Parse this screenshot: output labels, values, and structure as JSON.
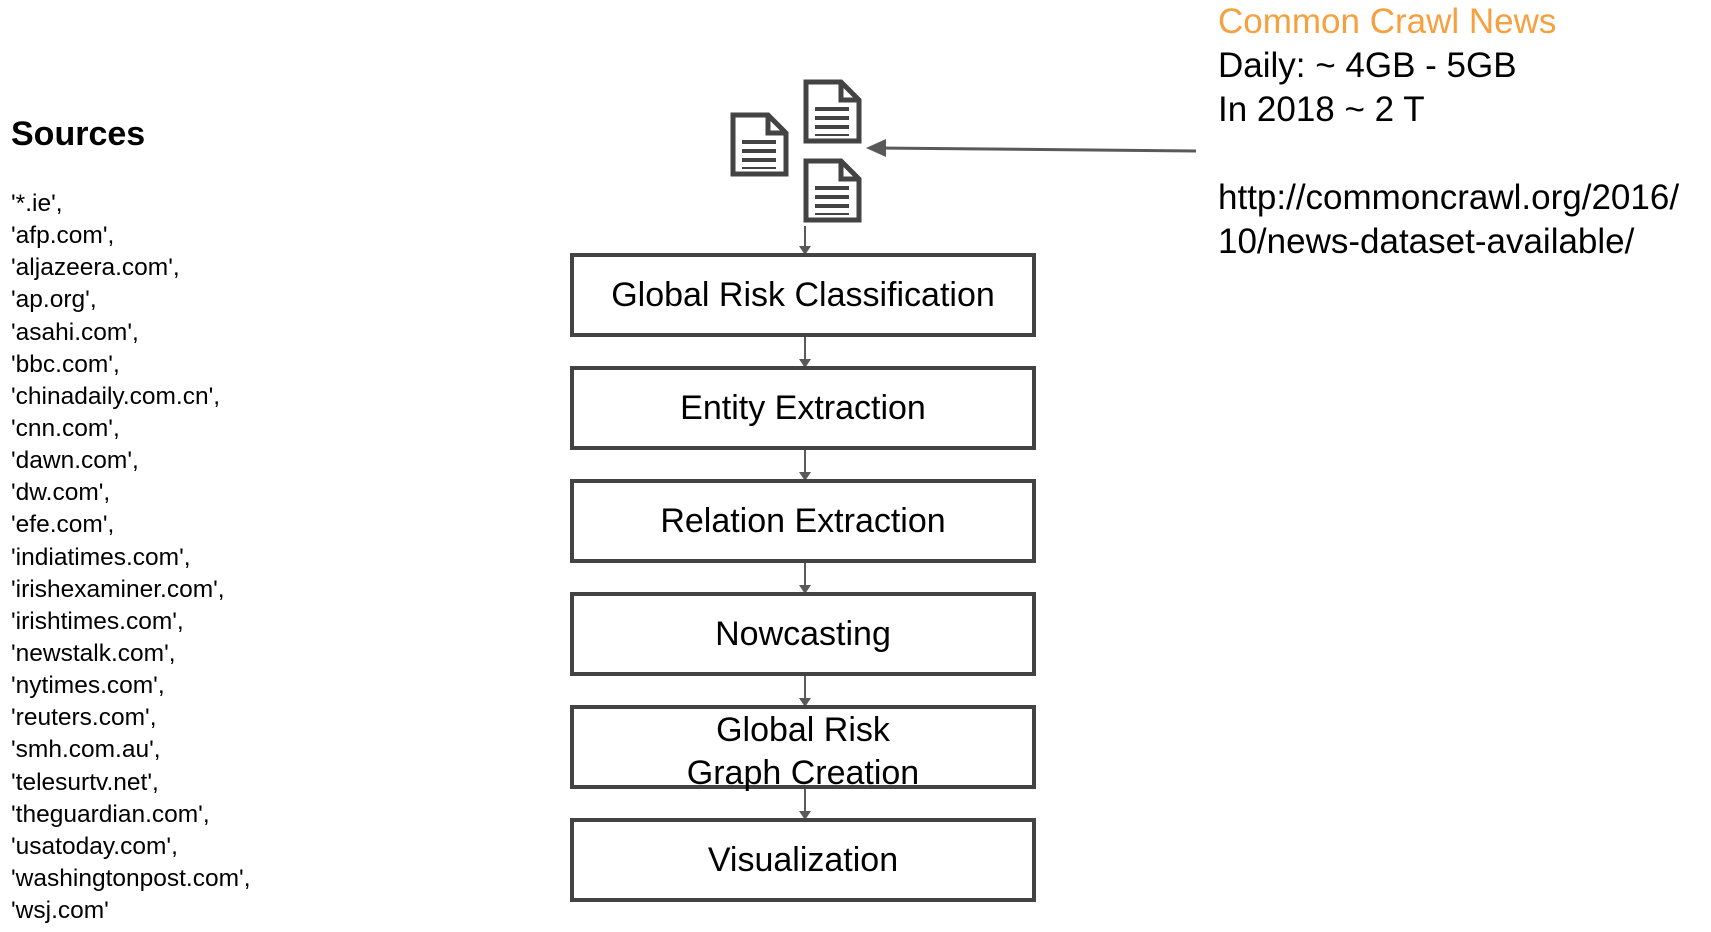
{
  "sources": {
    "title": "Sources",
    "items": [
      "'*.ie',",
      "'afp.com',",
      "'aljazeera.com',",
      "'ap.org',",
      "'asahi.com',",
      "'bbc.com',",
      "'chinadaily.com.cn',",
      "'cnn.com',",
      "'dawn.com',",
      "'dw.com',",
      "'efe.com',",
      "'indiatimes.com',",
      "'irishexaminer.com',",
      "'irishtimes.com',",
      "'newstalk.com',",
      "'nytimes.com',",
      "'reuters.com',",
      "'smh.com.au',",
      "'telesurtv.net',",
      "'theguardian.com',",
      "'usatoday.com',",
      "'washingtonpost.com',",
      "'wsj.com'"
    ]
  },
  "pipeline": {
    "steps": [
      {
        "label": "Global Risk Classification"
      },
      {
        "label": "Entity Extraction"
      },
      {
        "label": "Relation Extraction"
      },
      {
        "label": "Nowcasting"
      },
      {
        "label": "Global Risk\nGraph Creation"
      },
      {
        "label": "Visualization"
      }
    ],
    "input_icon": "documents-icon"
  },
  "info": {
    "headline": "Common Crawl News",
    "daily": "Daily: ~ 4GB - 5GB",
    "year_total": "In 2018 ~ 2 T",
    "url_line1": "http://commoncrawl.org/2016/",
    "url_line2": "10/news-dataset-available/"
  },
  "colors": {
    "headline": "#f6a040",
    "box_border": "#434343",
    "arrow": "#595959",
    "icon": "#434343"
  }
}
